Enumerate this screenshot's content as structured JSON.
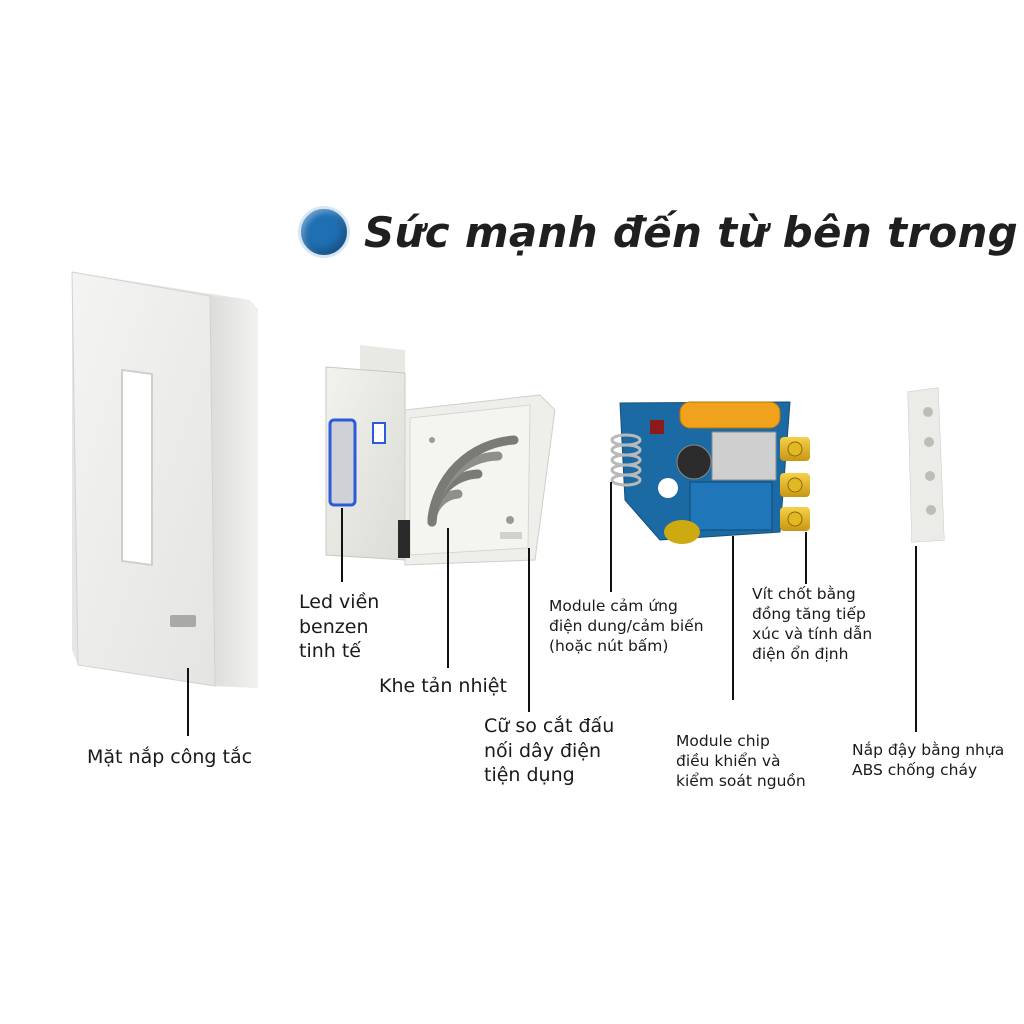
{
  "title": "Sức mạnh đến từ bên trong",
  "colors": {
    "accent_dot": "#1f6fb3",
    "pcb": "#1c6aa3",
    "led": "#2b5bd8"
  },
  "labels": {
    "face_plate": "Mặt nắp công tắc",
    "led_border": "Led viền\nbenzen\ntinh tế",
    "heat_slot": "Khe tản nhiệt",
    "wire_clamp": "Cữ so cắt đấu\nnối dây điện\ntiện dụng",
    "sensor_module": "Module cảm ứng\nđiện dung/cảm biến\n(hoặc nút bấm)",
    "screw": "Vít chốt bằng\nđồng tăng tiếp\nxúc và tính dẫn\nđiện ổn định",
    "chip_module": "Module chip\nđiều khiển và\nkiểm soát nguồn",
    "back_cover": "Nắp đậy bằng nhựa\nABS chống cháy"
  },
  "icons": [
    "wifi-icon",
    "screw-terminal-icon",
    "spring-icon"
  ]
}
